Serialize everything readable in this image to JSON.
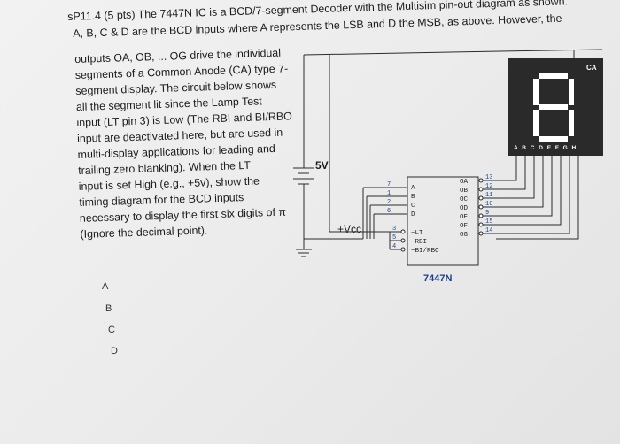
{
  "problem": {
    "line1": "sP11.4 (5 pts) The 7447N IC is a BCD/7-segment Decoder with the Multisim pin-out diagram as shown.",
    "line2": "A, B, C & D are the BCD inputs where A represents the LSB and D the MSB, as above.  However, the",
    "wrapped_lines": [
      "outputs OA, OB, ... OG drive the individual",
      "segments of a Common Anode (CA) type 7-",
      "segment display.  The circuit below shows",
      "all the segment lit since the Lamp Test",
      "input (LT pin 3) is Low (The RBI and BI/RBO",
      "input are deactivated here, but are used in",
      "multi-display applications for leading and",
      "trailing zero blanking).  When the LT",
      "input is set High (e.g., +5v), show the",
      "timing diagram for the BCD inputs",
      "necessary to display the first six digits of π",
      "(Ignore the decimal point)."
    ]
  },
  "timing_labels": [
    "A",
    "B",
    "C",
    "D"
  ],
  "circuit": {
    "supply_label": "5V",
    "vcc_label": "+Vcc",
    "ic_name": "7447N",
    "display_type": "CA",
    "display_pins": "A B C D E F G H",
    "input_pins": [
      "7",
      "1",
      "2",
      "6"
    ],
    "input_names": [
      "A",
      "B",
      "C",
      "D"
    ],
    "control_pins": [
      "3",
      "5",
      "4"
    ],
    "control_names": [
      "~LT",
      "~RBI",
      "~BI/RBO"
    ],
    "output_names": [
      "OA",
      "OB",
      "OC",
      "OD",
      "OE",
      "OF",
      "OG"
    ],
    "output_pins": [
      "13",
      "12",
      "11",
      "10",
      "9",
      "15",
      "14"
    ],
    "colors": {
      "wire": "#2b2b2b",
      "display_body": "#2a2a2a",
      "segment": "#ffffff",
      "ic_name": "#1a3d8a"
    }
  }
}
